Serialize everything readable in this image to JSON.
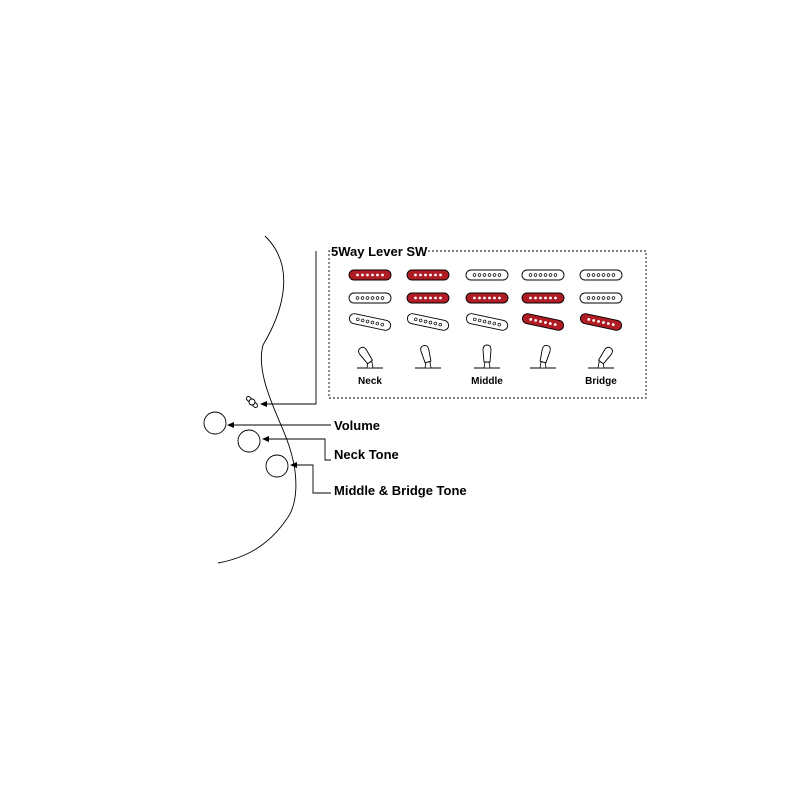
{
  "switch": {
    "title": "5Way Lever SW",
    "position_labels": [
      "Neck",
      "Middle",
      "Bridge"
    ],
    "positions": [
      {
        "pickups": {
          "neck": true,
          "middle": false,
          "bridge": false
        }
      },
      {
        "pickups": {
          "neck": true,
          "middle": true,
          "bridge": false
        }
      },
      {
        "pickups": {
          "neck": false,
          "middle": true,
          "bridge": false
        }
      },
      {
        "pickups": {
          "neck": false,
          "middle": true,
          "bridge": true
        }
      },
      {
        "pickups": {
          "neck": false,
          "middle": false,
          "bridge": true
        }
      }
    ],
    "lever_angles_deg": [
      -35,
      -15,
      0,
      15,
      35
    ]
  },
  "controls": {
    "volume": "Volume",
    "neck_tone": "Neck Tone",
    "middle_bridge_tone": "Middle & Bridge Tone"
  },
  "colors": {
    "active_pickup": "#b01c24",
    "inactive_pickup": "#ffffff",
    "line": "#000000"
  }
}
